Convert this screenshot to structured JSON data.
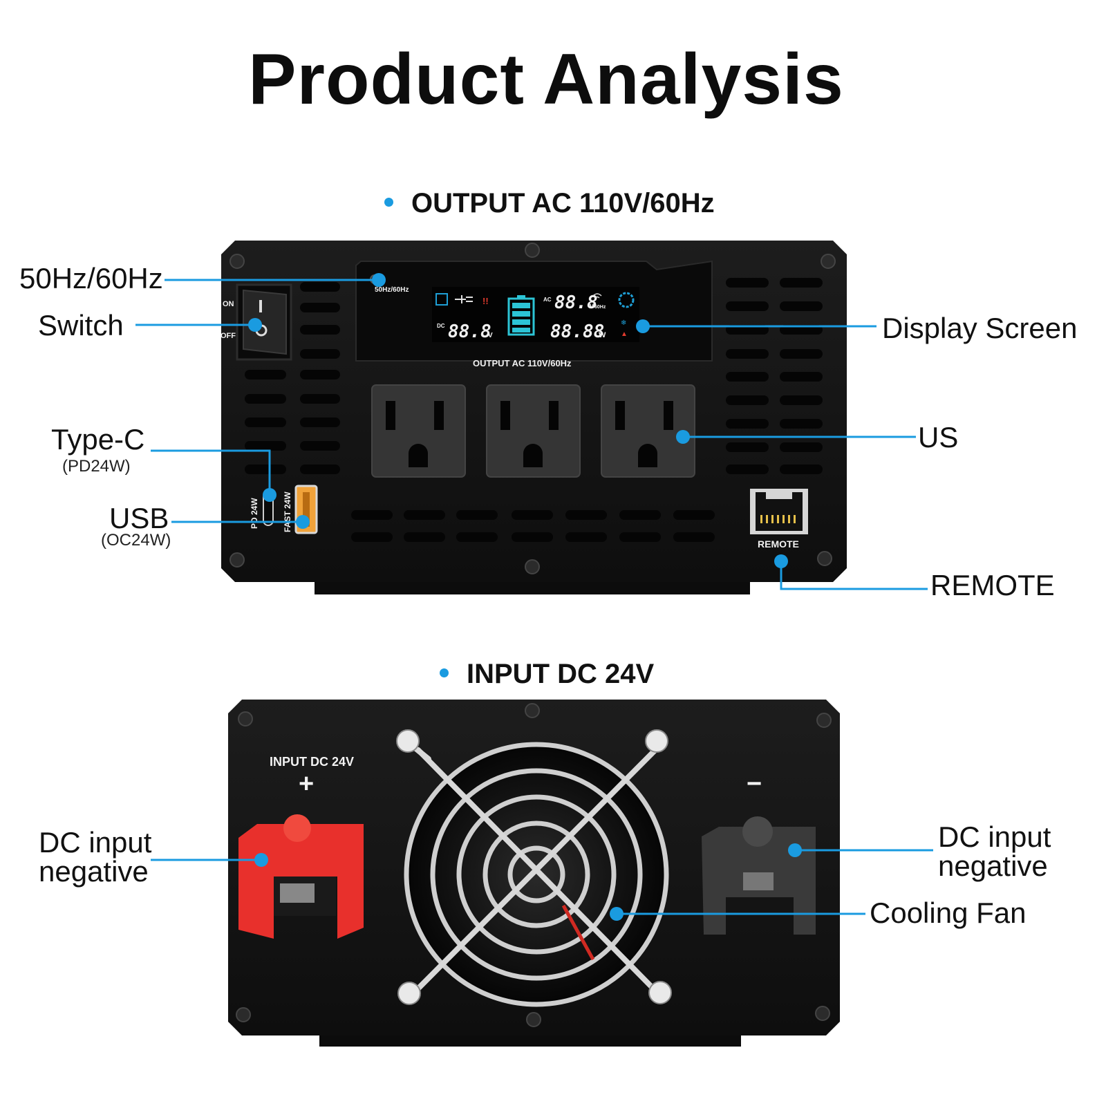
{
  "title": "Product Analysis",
  "sections": {
    "output": "OUTPUT AC 110V/60Hz",
    "input": "INPUT DC 24V"
  },
  "front_labels": {
    "freq": "50Hz/60Hz",
    "switch": "Switch",
    "typec": "Type-C",
    "typec_sub": "(PD24W)",
    "usb": "USB",
    "usb_sub": "(OC24W)",
    "display": "Display Screen",
    "us": "US",
    "remote": "REMOTE"
  },
  "back_labels": {
    "dc_left_1": "DC input",
    "dc_left_2": "negative",
    "dc_right_1": "DC input",
    "dc_right_2": "negative",
    "fan": "Cooling Fan"
  },
  "device_print": {
    "freq_button": "50Hz/60Hz",
    "output": "OUTPUT AC 110V/60Hz",
    "switch_on": "ON",
    "switch_off": "OFF",
    "pd": "PD 24W",
    "fast": "FAST 24W",
    "remote": "REMOTE",
    "input": "INPUT DC 24V",
    "plus": "+",
    "minus": "−",
    "lcd_top": "88.8",
    "lcd_left": "88.8",
    "lcd_power": "88.88",
    "lcd_unit_v": "V",
    "lcd_unit_w": "W",
    "lcd_hz": "60Hz",
    "lcd_dc": "DC",
    "lcd_ac": "AC"
  },
  "colors": {
    "accent": "#1a9be0",
    "body": "#151515",
    "positive_terminal": "#e8302c",
    "negative_terminal": "#3a3a3a",
    "usb_port": "#f0a23a"
  }
}
